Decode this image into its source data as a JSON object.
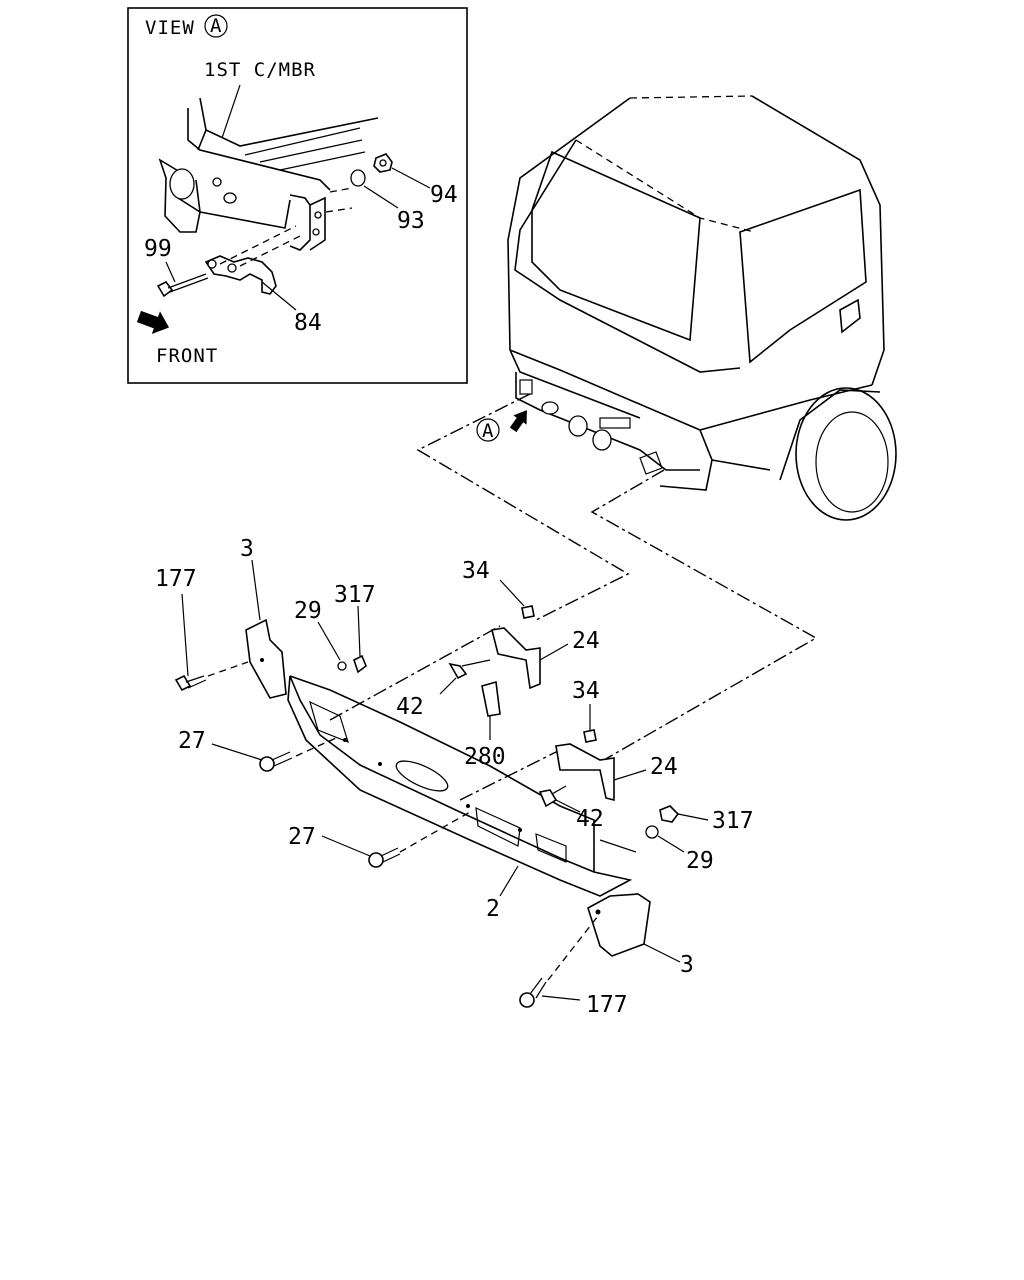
{
  "inset": {
    "view_prefix": "VIEW",
    "view_letter": "A",
    "member_label": "1ST C/MBR",
    "front_label": "FRONT"
  },
  "callouts": {
    "p94": "94",
    "p93": "93",
    "p99": "99",
    "p84": "84",
    "view_marker": "A",
    "p3_top": "3",
    "p177_top": "177",
    "p29_top": "29",
    "p317_top": "317",
    "p34_top": "34",
    "p24_top": "24",
    "p42_top": "42",
    "p280": "280",
    "p27_upper": "27",
    "p34_low": "34",
    "p24_low": "24",
    "p42_low": "42",
    "p317_low": "317",
    "p29_low": "29",
    "p27_lower": "27",
    "p2": "2",
    "p3_low": "3",
    "p177_low": "177"
  },
  "icons": [
    "front-arrow-icon",
    "view-arrow-icon"
  ]
}
